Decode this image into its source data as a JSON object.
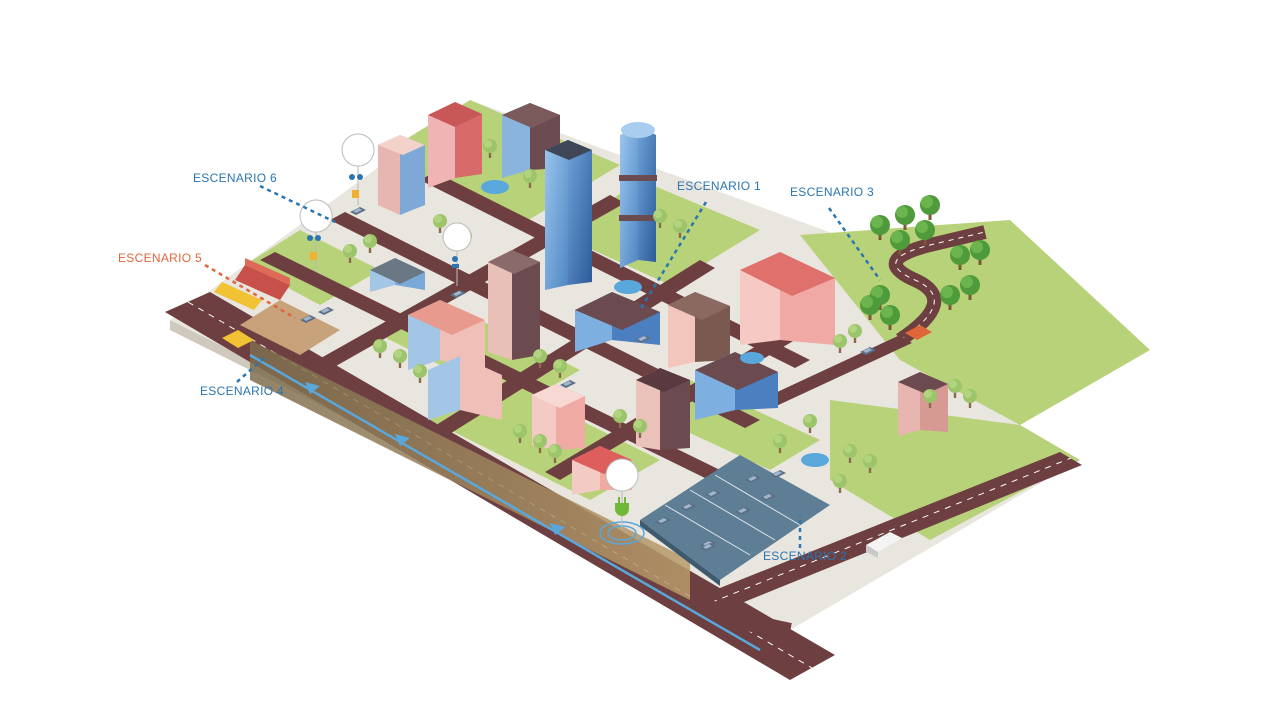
{
  "colors": {
    "blue_label": "#2a75b0",
    "orange_label": "#e0663a",
    "grass": "#b8d27a",
    "road": "#6d3f40",
    "pavement": "#e9e6df",
    "water_blue": "#5aa7dc",
    "ev_green": "#6fb83a"
  },
  "scenarios": [
    {
      "id": "s1",
      "label": "ESCENARIO 1",
      "color": "blue"
    },
    {
      "id": "s2",
      "label": "ESCENARIO 2",
      "color": "blue"
    },
    {
      "id": "s3",
      "label": "ESCENARIO 3",
      "color": "blue"
    },
    {
      "id": "s4",
      "label": "ESCENARIO 4",
      "color": "blue"
    },
    {
      "id": "s5",
      "label": "ESCENARIO 5",
      "color": "orange"
    },
    {
      "id": "s6",
      "label": "ESCENARIO 6",
      "color": "blue"
    }
  ],
  "icons": [
    "people-marker-icon",
    "person-marker-icon",
    "ev-charger-marker-icon"
  ]
}
